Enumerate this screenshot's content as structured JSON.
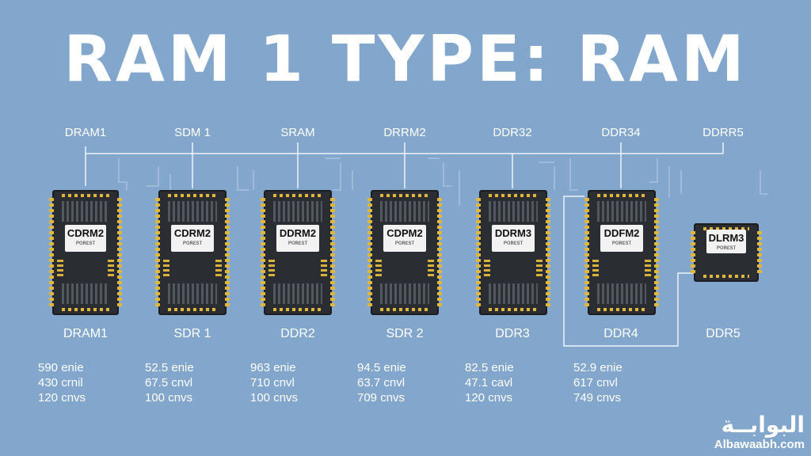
{
  "title": "RAM 1 TYPE: RAM",
  "columns": [
    {
      "top_label": "DRAM1",
      "chip_label": "CDRM2",
      "chip_sub": "ᴘᴏʀɛsᴛ",
      "bottom_label": "DRAM1",
      "specs": [
        "590 enie",
        "430 crnil",
        "120 cnvs"
      ]
    },
    {
      "top_label": "SDM 1",
      "chip_label": "CDRM2",
      "chip_sub": "ᴘᴏʀɛsᴛ",
      "bottom_label": "SDR 1",
      "specs": [
        "52.5 enie",
        "67.5 cnvl",
        "100 cnvs"
      ]
    },
    {
      "top_label": "SRAM",
      "chip_label": "DDRM2",
      "chip_sub": "ᴘᴏʀɛsᴛ",
      "bottom_label": "DDR2",
      "specs": [
        "963 enie",
        "710 cnvl",
        "100 cnvs"
      ]
    },
    {
      "top_label": "DRRM2",
      "chip_label": "CDPM2",
      "chip_sub": "ᴘᴏʀɛsᴛ",
      "bottom_label": "SDR 2",
      "specs": [
        "94.5 enie",
        "63.7 cnvl",
        "709 cnvs"
      ]
    },
    {
      "top_label": "DDR32",
      "chip_label": "DDRM3",
      "chip_sub": "ᴘᴏʀɛsᴛ",
      "bottom_label": "DDR3",
      "specs": [
        "82.5 enie",
        "47.1 cavl",
        "120 cnvs"
      ]
    },
    {
      "top_label": "DDR34",
      "chip_label": "DDFM2",
      "chip_sub": "ᴘᴏʀɛsᴛ",
      "bottom_label": "DDR4",
      "specs": [
        "52.9 enie",
        "617 cnvl",
        "749 cnvs"
      ]
    },
    {
      "top_label": "DDRR5",
      "chip_label": "DLRM3",
      "chip_sub": "ᴘᴏʀɛsᴛ",
      "bottom_label": "DDR5",
      "specs": []
    }
  ],
  "watermark": {
    "arabic": "البوابــة",
    "latin": "Albawaabh.com"
  },
  "colors": {
    "background": "#82a6cc",
    "chip_body": "#2a2d31",
    "chip_pins": "#e0b73b",
    "lines": "#e8eef5"
  }
}
